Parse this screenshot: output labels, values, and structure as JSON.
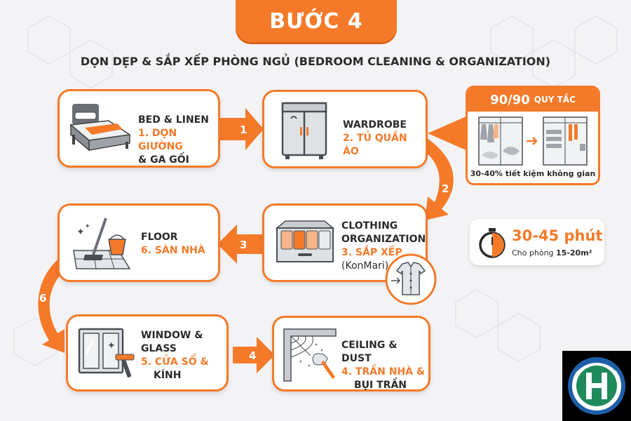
{
  "title": "BƯỚC 4",
  "subtitle": "DỌN DẸP & SẮP XẾP PHÒNG NGỦ (BEDROOM CLEANING & ORGANIZATION)",
  "steps": [
    {
      "en": "BED & LINEN",
      "vi": "1. DỌN GIƯỜNG",
      "vi2": "& GA GỐI"
    },
    {
      "en": "WARDROBE",
      "vi": "2. TỦ QUẦN ÁO"
    },
    {
      "en": "CLOTHING",
      "en2": "ORGANIZATION",
      "vi": "3. SẮP XẾP",
      "vi2": "(KonMari)"
    },
    {
      "en": "CEILING & DUST",
      "vi": "4. TRẦN NHÀ &",
      "vi2": "BỤI TRẦN"
    },
    {
      "en": "WINDOW &",
      "en2": "GLASS",
      "vi": "5. CỬA SỔ &",
      "vi2": "KÍNH"
    },
    {
      "en": "FLOOR",
      "vi": "6. SÀN NHÀ"
    }
  ],
  "arrows": [
    "1",
    "2",
    "3",
    "4",
    "6"
  ],
  "rule": {
    "big": "90/90",
    "small": "QUY TẮC",
    "note": "30-40% tiết kiệm không gian"
  },
  "time": {
    "value": "30-45 phút",
    "note_prefix": "Cho phòng ",
    "note_bold": "15-20m²"
  },
  "colors": {
    "accent": "#f47a2a",
    "text": "#2b2b2b",
    "background": "#f3f3f5",
    "logo_blue": "#1f5fa8",
    "logo_green": "#1f8a5c"
  },
  "icons": [
    "bed-icon",
    "wardrobe-icon",
    "clothes-box-icon",
    "shirt-icon",
    "cobweb-duster-icon",
    "window-squeegee-icon",
    "mop-bucket-icon",
    "stopwatch-icon",
    "wardrobe-before-after-icon",
    "logo-icon"
  ]
}
